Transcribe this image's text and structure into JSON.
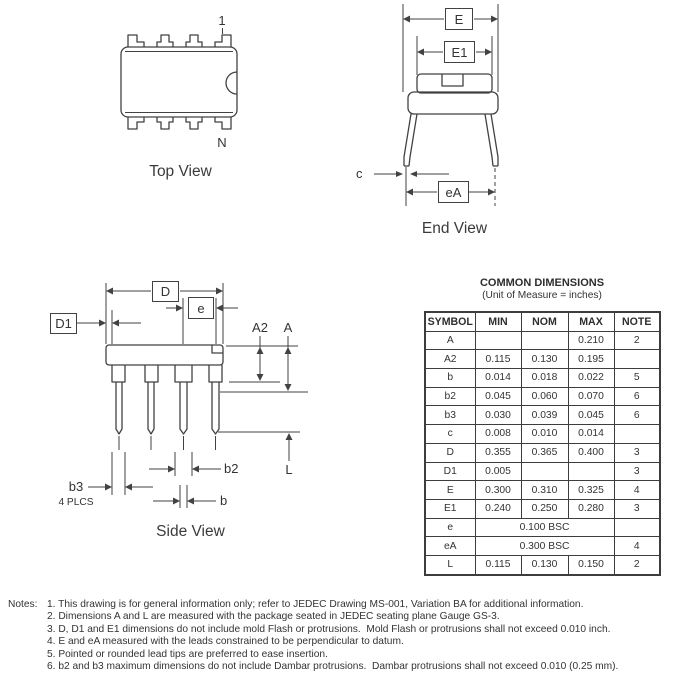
{
  "views": {
    "top": {
      "caption": "Top View",
      "pin_first": "1",
      "pin_last": "N"
    },
    "end": {
      "caption": "End View"
    },
    "side": {
      "caption": "Side View"
    }
  },
  "dims": {
    "E": "E",
    "E1": "E1",
    "eA": "eA",
    "c": "c",
    "D": "D",
    "D1": "D1",
    "e": "e",
    "A": "A",
    "A2": "A2",
    "L": "L",
    "b": "b",
    "b2": "b2",
    "b3": "b3",
    "b3_qty": "4 PLCS"
  },
  "table": {
    "title": "COMMON DIMENSIONS",
    "subtitle": "(Unit of Measure = inches)",
    "headers": [
      "SYMBOL",
      "MIN",
      "NOM",
      "MAX",
      "NOTE"
    ],
    "rows": [
      {
        "symbol": "A",
        "min": "",
        "nom": "",
        "max": "0.210",
        "note": "2"
      },
      {
        "symbol": "A2",
        "min": "0.115",
        "nom": "0.130",
        "max": "0.195",
        "note": ""
      },
      {
        "symbol": "b",
        "min": "0.014",
        "nom": "0.018",
        "max": "0.022",
        "note": "5"
      },
      {
        "symbol": "b2",
        "min": "0.045",
        "nom": "0.060",
        "max": "0.070",
        "note": "6"
      },
      {
        "symbol": "b3",
        "min": "0.030",
        "nom": "0.039",
        "max": "0.045",
        "note": "6"
      },
      {
        "symbol": "c",
        "min": "0.008",
        "nom": "0.010",
        "max": "0.014",
        "note": ""
      },
      {
        "symbol": "D",
        "min": "0.355",
        "nom": "0.365",
        "max": "0.400",
        "note": "3"
      },
      {
        "symbol": "D1",
        "min": "0.005",
        "nom": "",
        "max": "",
        "note": "3"
      },
      {
        "symbol": "E",
        "min": "0.300",
        "nom": "0.310",
        "max": "0.325",
        "note": "4"
      },
      {
        "symbol": "E1",
        "min": "0.240",
        "nom": "0.250",
        "max": "0.280",
        "note": "3"
      },
      {
        "symbol": "e",
        "span": "0.100 BSC",
        "note": ""
      },
      {
        "symbol": "eA",
        "span": "0.300 BSC",
        "note": "4"
      },
      {
        "symbol": "L",
        "min": "0.115",
        "nom": "0.130",
        "max": "0.150",
        "note": "2"
      }
    ]
  },
  "notes": {
    "label": "Notes:",
    "items": [
      "1. This drawing is for general information only; refer to JEDEC Drawing MS-001, Variation BA for additional information.",
      "2. Dimensions A and L are measured with the package seated in JEDEC seating plane Gauge GS-3.",
      "3. D, D1 and E1 dimensions do not include mold Flash or protrusions.  Mold Flash or protrusions shall not exceed 0.010 inch.",
      "4. E and eA measured with the leads constrained to be perpendicular to datum.",
      "5. Pointed or rounded lead tips are preferred to ease insertion.",
      "6. b2 and b3 maximum dimensions do not include Dambar protrusions.  Dambar protrusions shall not exceed 0.010 (0.25 mm)."
    ]
  }
}
